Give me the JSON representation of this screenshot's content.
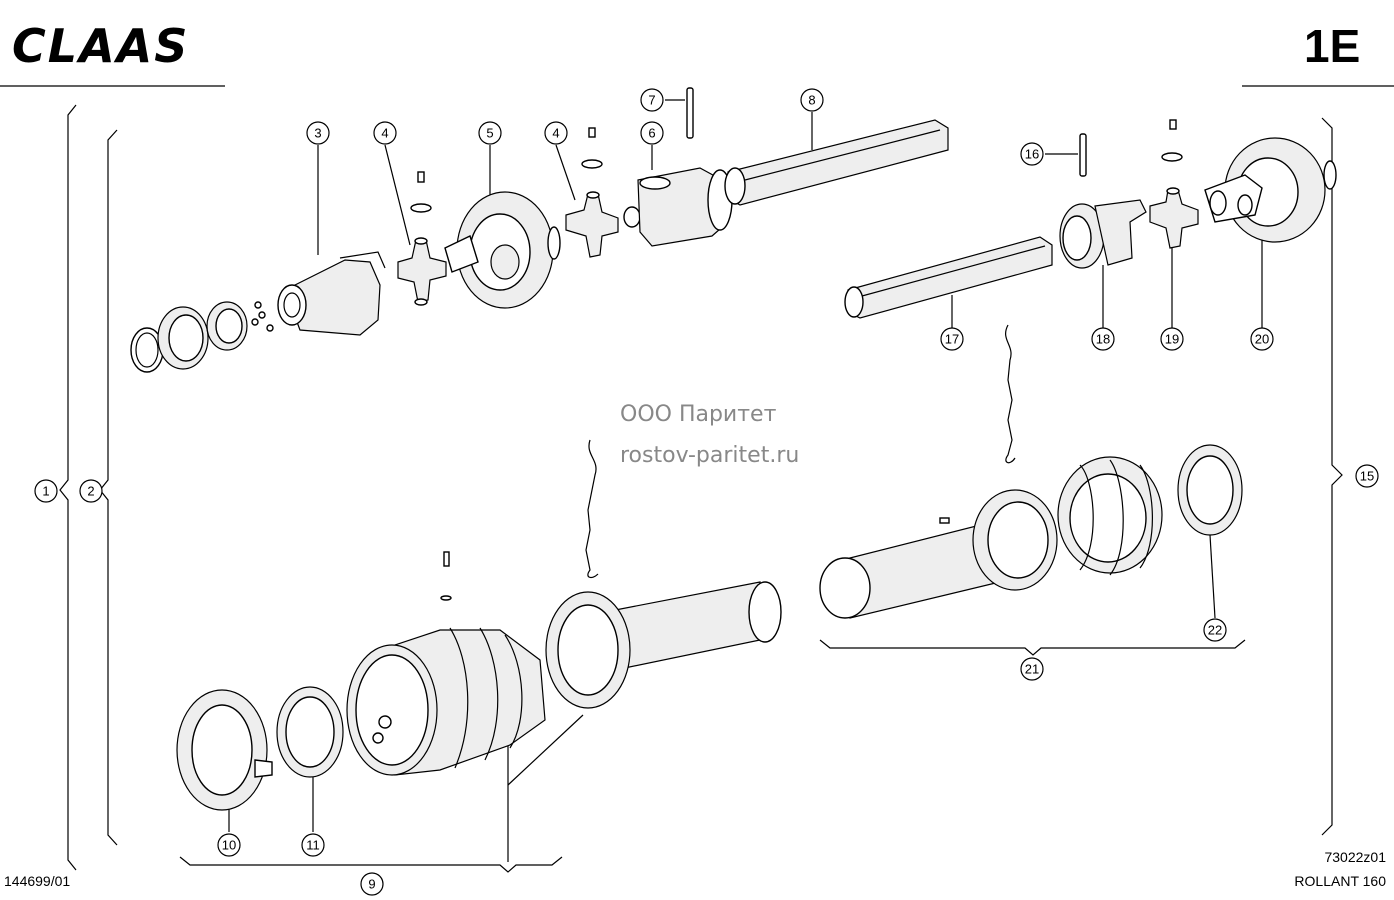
{
  "header": {
    "brand": "CLAAS",
    "page_code": "1E"
  },
  "watermark": {
    "line1": "ООО Паритет",
    "line2": "rostov-paritet.ru"
  },
  "footer": {
    "drawing_no": "144699/01",
    "figure_id": "73022z01",
    "model": "ROLLANT 160"
  },
  "callouts": [
    "1",
    "2",
    "3",
    "4",
    "5",
    "4",
    "6",
    "7",
    "8",
    "9",
    "10",
    "11",
    "15",
    "16",
    "17",
    "18",
    "19",
    "20",
    "21",
    "22"
  ]
}
